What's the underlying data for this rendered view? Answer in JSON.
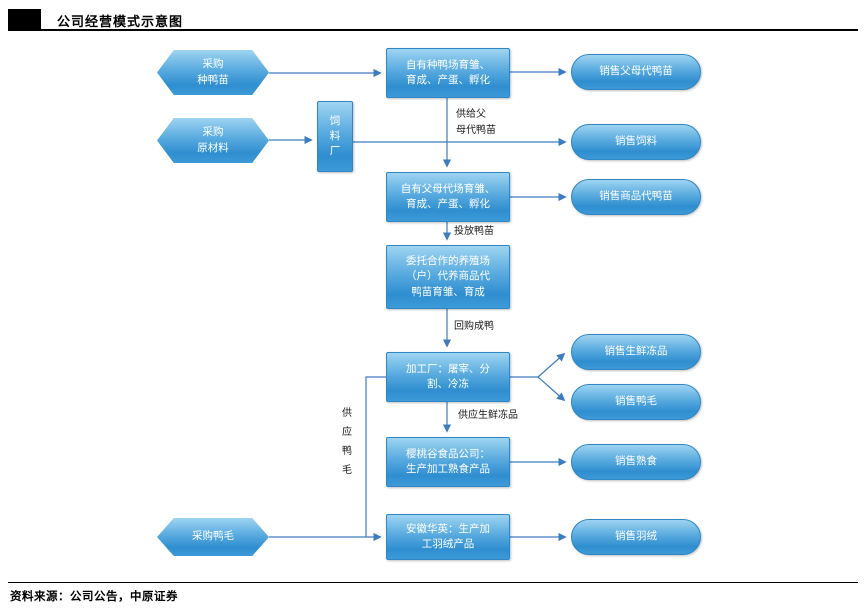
{
  "header": {
    "title": "公司经营模式示意图"
  },
  "footer": {
    "source": "资料来源：公司公告，中原证券"
  },
  "colors": {
    "shape_fill": "#4fa5db",
    "shape_border": "#2f86c2",
    "connector": "#3e7cc0",
    "text_on_shape": "#ffffff"
  },
  "nodes": {
    "purchase_breeder_ducklings": "采购\n种鸭苗",
    "purchase_raw_materials": "采购\n原材料",
    "purchase_duck_feathers": "采购鸭毛",
    "feed_factory": "饲\n料\n厂",
    "own_breeder_farm": "自有种鸭场育雏、\n育成、产蛋、孵化",
    "own_parent_farm": "自有父母代场育雏、\n育成、产蛋、孵化",
    "contract_farms": "委托合作的养殖场\n（户）代养商品代\n鸭苗育雏、育成",
    "processing_plant": "加工厂：屠宰、分\n割、冷冻",
    "cherry_valley_food": "樱桃谷食品公司：\n生产加工熟食产品",
    "anhui_huaying": "安徽华英：生产加\n工羽绒产品",
    "sell_parent_ducklings": "销售父母代鸭苗",
    "sell_feed": "销售饲料",
    "sell_commodity_ducklings": "销售商品代鸭苗",
    "sell_fresh_frozen": "销售生鲜冻品",
    "sell_duck_feathers": "销售鸭毛",
    "sell_cooked_food": "销售熟食",
    "sell_down": "销售羽绒"
  },
  "edges": {
    "supply_parent_ducklings": "供给父\n母代鸭苗",
    "release_ducklings": "投放鸭苗",
    "buyback_adult_ducks": "回购成鸭",
    "supply_fresh_frozen": "供应生鲜冻品",
    "supply_feathers": "供\n应\n鸭\n毛"
  }
}
